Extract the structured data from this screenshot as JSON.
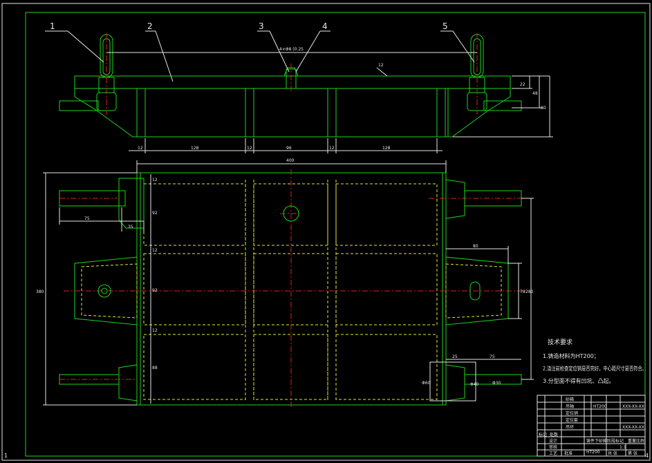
{
  "colors": {
    "background": "#000000",
    "outline": "#1fd61f",
    "dimension": "#e8e8e8",
    "hidden": "#e8e830",
    "centerline": "#e02020"
  },
  "part_numbers": [
    "1",
    "2",
    "3",
    "4",
    "5"
  ],
  "top_view_dims": {
    "hole_annotation": "4×Φ8 (0.25",
    "top_label": "12",
    "seg_1": "12",
    "w_1": "128",
    "seg_2": "12",
    "w_2": "96",
    "seg_3": "12",
    "w_3": "128",
    "h_1": "22",
    "h_2": "48",
    "h_3": "80"
  },
  "plan_view_dims": {
    "overall_width": "400",
    "overall_height": "380",
    "left_len": "75",
    "left_small": "35",
    "rows": [
      "12",
      "92",
      "12",
      "92",
      "12",
      "88"
    ],
    "right_top": "80",
    "right_mid": "78",
    "right_big": "280",
    "br_a": "25",
    "br_b": "75",
    "br_c": "Φ60",
    "br_d": "Φ40",
    "br_e": "Φ30"
  },
  "tech_requirements": {
    "title": "技术要求",
    "items": [
      "1.铸造材料为HT200；",
      "2.浇注前检查定位销是否完好，中心距尺寸是否符合。",
      "3.分型面不得有凹坑、凸起。"
    ]
  },
  "title_block": {
    "drawing_name": "铸件下砂箱",
    "material": "HT200",
    "part_code": "XXX-XX-XX",
    "rows": [
      "砂箱",
      "吊轴",
      "定位销",
      "定位套",
      "吊环"
    ],
    "labels": [
      "标记",
      "处数",
      "设计",
      "审核",
      "工艺",
      "批准",
      "阶段标记",
      "重量",
      "比例",
      "共 张",
      "第 张"
    ],
    "scale": "1:1"
  },
  "sheet_marks": {
    "left_corner": "1",
    "right_corner": "4"
  }
}
